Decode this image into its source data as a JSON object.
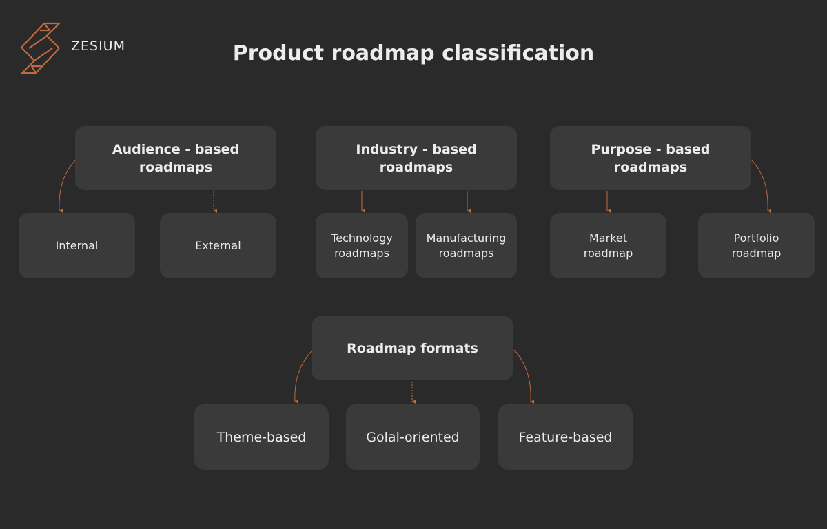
{
  "brand": {
    "name": "ZESIUM",
    "accent": "#c2693f"
  },
  "title": "Product roadmap classification",
  "groups": [
    {
      "label": "Audience - based\nroadmaps",
      "children": [
        "Internal",
        "External"
      ]
    },
    {
      "label": "Industry - based\nroadmaps",
      "children": [
        "Technology\nroadmaps",
        "Manufacturing\nroadmaps"
      ]
    },
    {
      "label": "Purpose - based\nroadmaps",
      "children": [
        "Market\nroadmap",
        "Portfolio\nroadmap"
      ]
    }
  ],
  "formats": {
    "label": "Roadmap formats",
    "children": [
      "Theme-based",
      "Golal-oriented",
      "Feature-based"
    ]
  },
  "colors": {
    "background": "#2a2a2a",
    "box": "#3a3a3a",
    "text": "#ececec",
    "connector": "#c2693f"
  }
}
